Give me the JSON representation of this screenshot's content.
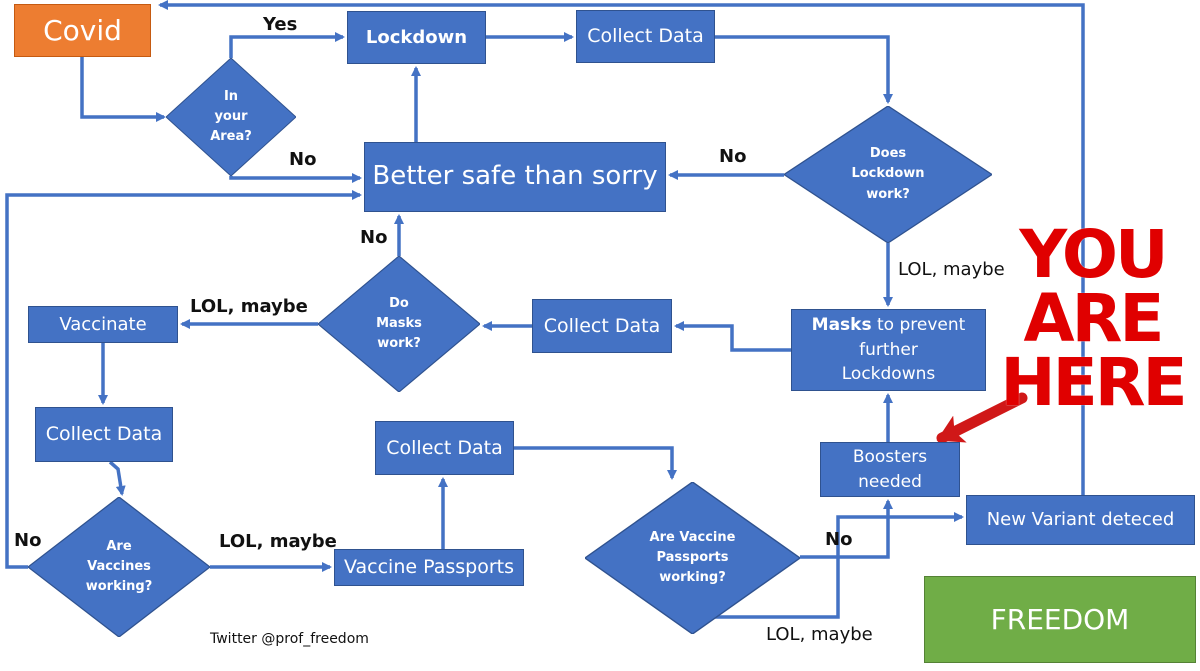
{
  "colors": {
    "process_box": "#4472c4",
    "start_box": "#ed7d31",
    "end_box": "#70ad47",
    "connector": "#4472c4",
    "annotation": "#e00000"
  },
  "nodes": {
    "covid": "Covid",
    "lockdown": "Lockdown",
    "collect_data_1": "Collect Data",
    "in_your_area": "In\nyour\nArea?",
    "better_safe": "Better safe than sorry",
    "does_lockdown_work": "Does\nLockdown\nwork?",
    "do_masks_work": "Do\nMasks\nwork?",
    "collect_data_2": "Collect Data",
    "masks_prevent": {
      "bold": "Masks",
      "rest": " to prevent",
      "line2": "further",
      "line3": "Lockdowns"
    },
    "vaccinate": "Vaccinate",
    "collect_data_3": "Collect Data",
    "are_vaccines_working": "Are\nVaccines\nworking?",
    "vaccine_passports": "Vaccine Passports",
    "collect_data_4": "Collect Data",
    "are_passports_working": "Are Vaccine\nPassports\nworking?",
    "boosters": {
      "line1": "Boosters",
      "line2": "needed"
    },
    "new_variant": "New Variant deteced",
    "freedom": "FREEDOM"
  },
  "edge_labels": {
    "yes": "Yes",
    "no_area": "No",
    "no_lockdown": "No",
    "lol_lockdown": "LOL, maybe",
    "no_masks": "No",
    "lol_masks": "LOL, maybe",
    "no_vaccines": "No",
    "lol_vaccines": "LOL, maybe",
    "no_passports": "No",
    "lol_passports": "LOL, maybe"
  },
  "annotation": {
    "line1": "YOU",
    "line2": "ARE",
    "line3": "HERE"
  },
  "credit": "Twitter @prof_freedom"
}
